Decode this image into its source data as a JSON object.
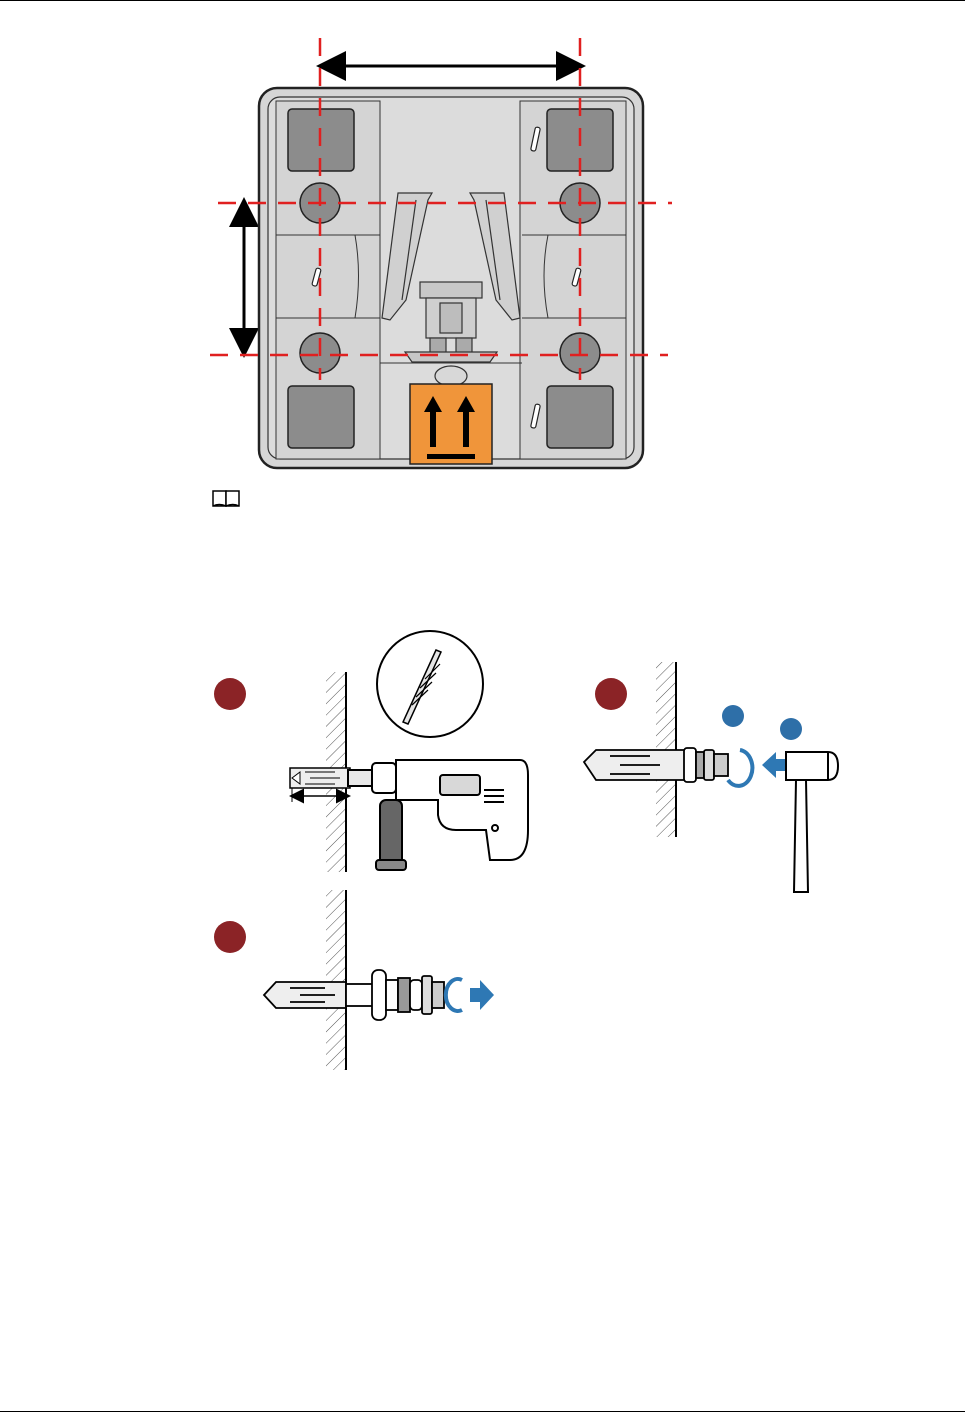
{
  "page": {
    "header_rule": "",
    "footer_rule": ""
  },
  "figure_top": {
    "icons": [
      "mount-bracket-diagram",
      "book-note-icon"
    ],
    "colors": {
      "guide_line": "#e02020",
      "warning_label": "#f0953a",
      "bracket_fill": "#d9d9d9",
      "pad_fill": "#8c8c8c"
    }
  },
  "figure_bottom": {
    "icons": [
      "hammer-drill",
      "drill-bit",
      "expansion-bolt",
      "hammer",
      "rotate-arrow",
      "pull-arrow"
    ],
    "colors": {
      "step_badge": "#8b2326",
      "sub_step_badge": "#2e6fa8",
      "arrow": "#2e78b4"
    }
  }
}
